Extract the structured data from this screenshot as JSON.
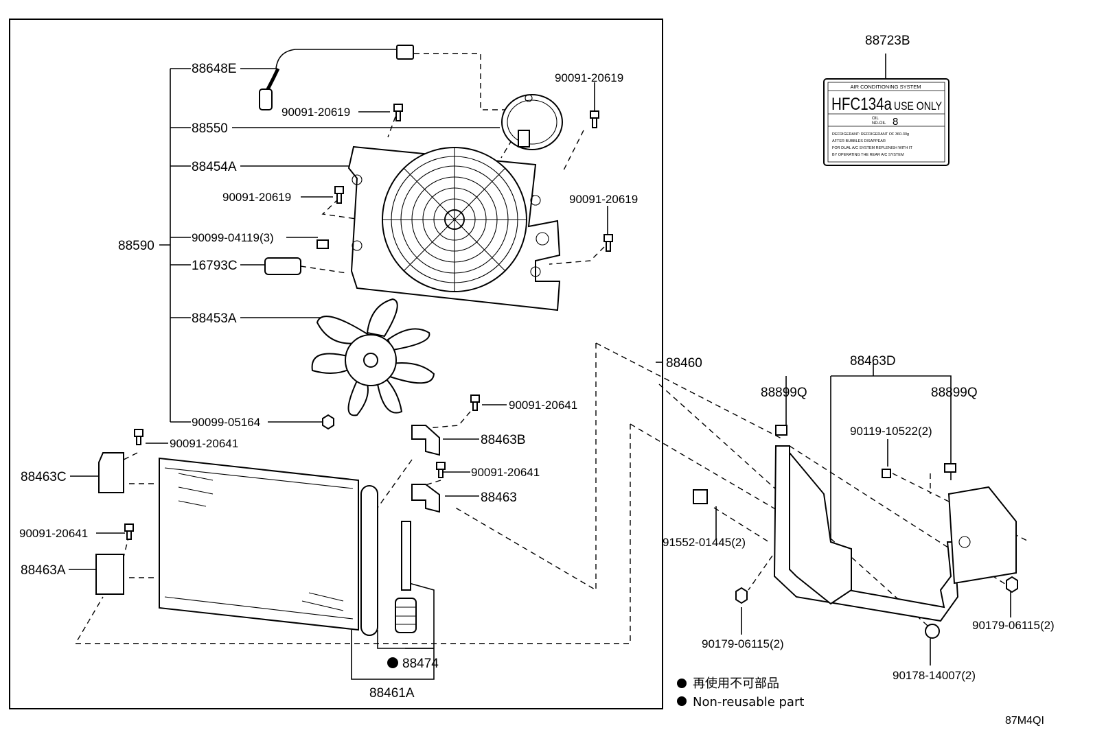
{
  "labels": {
    "p88648E": "88648E",
    "p90091_20619_a": "90091-20619",
    "p90091_20619_b": "90091-20619",
    "p90091_20619_c": "90091-20619",
    "p90091_20619_d": "90091-20619",
    "p88550": "88550",
    "p88454A": "88454A",
    "p88590": "88590",
    "p90099_04119": "90099-04119(3)",
    "p16793C": "16793C",
    "p88453A": "88453A",
    "p88460": "88460",
    "p90099_05164": "90099-05164",
    "p90091_20641_a": "90091-20641",
    "p90091_20641_b": "90091-20641",
    "p90091_20641_c": "90091-20641",
    "p90091_20641_d": "90091-20641",
    "p88463B": "88463B",
    "p88463C": "88463C",
    "p88463": "88463",
    "p88463A": "88463A",
    "p88474": "88474",
    "p88461A": "88461A",
    "p88723B": "88723B",
    "p88463D": "88463D",
    "p88899Q_a": "88899Q",
    "p88899Q_b": "88899Q",
    "p90119_10522": "90119-10522(2)",
    "p91552_01445": "91552-01445(2)",
    "p90179_06115_a": "90179-06115(2)",
    "p90179_06115_b": "90179-06115(2)",
    "p90178_14007": "90178-14007(2)"
  },
  "ac_label": {
    "header": "AIR CONDITIONING SYSTEM",
    "main": "HFC134a",
    "use_only": "USE ONLY",
    "oil_line1": "OIL",
    "oil_line2": "ND-OIL",
    "oil_number": "8",
    "text1": "REFRIGERANT: REFRIGERANT OF 360-30g",
    "text2": "AFTER BUBBLES DISAPPEAR",
    "text3": "FOR DUAL A/C SYSTEM REPLENISH WITH IT",
    "text4": "BY OPERATING THE REAR A/C SYSTEM"
  },
  "legend": {
    "jp": "再使用不可部品",
    "en": "Non-reusable part"
  },
  "diagram_code": "87M4QI"
}
